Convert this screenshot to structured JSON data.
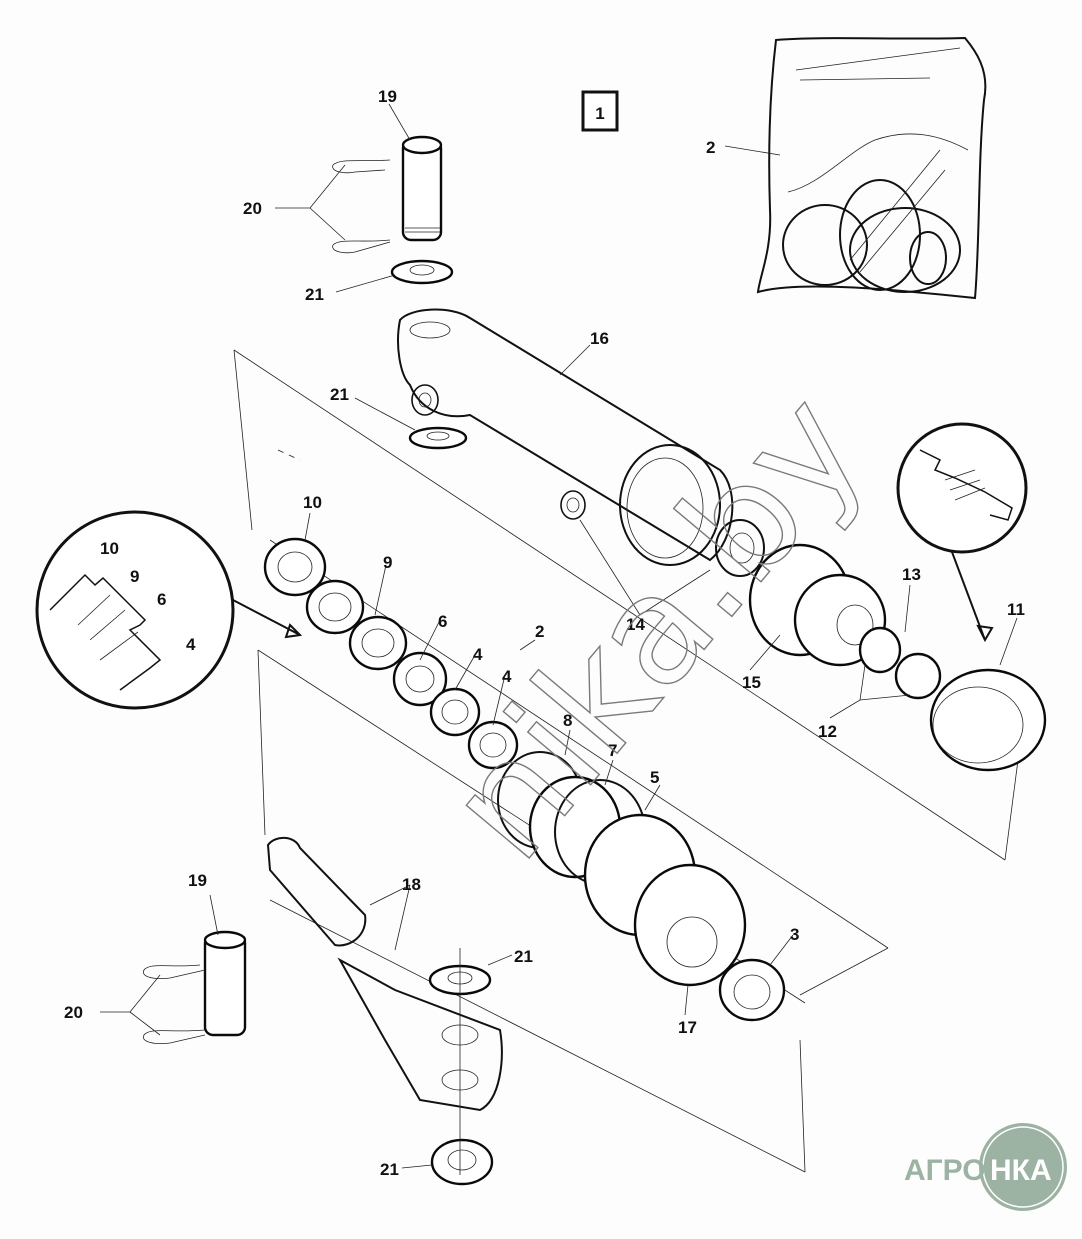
{
  "diagram": {
    "title_box": "1",
    "subject": "hydraulic cylinder exploded view",
    "callouts": [
      {
        "id": "lbl-19-top",
        "text": "19",
        "part": "pin"
      },
      {
        "id": "lbl-20-top",
        "text": "20",
        "part": "hair-pin clips"
      },
      {
        "id": "lbl-21-top",
        "text": "21",
        "part": "washer"
      },
      {
        "id": "lbl-21-mid",
        "text": "21",
        "part": "washer"
      },
      {
        "id": "lbl-16",
        "text": "16",
        "part": "cylinder barrel"
      },
      {
        "id": "lbl-2-bag",
        "text": "2",
        "part": "seal kit bag"
      },
      {
        "id": "lbl-10",
        "text": "10",
        "part": "wiper ring"
      },
      {
        "id": "lbl-9",
        "text": "9",
        "part": "seal"
      },
      {
        "id": "lbl-6",
        "text": "6",
        "part": "ring"
      },
      {
        "id": "lbl-4a",
        "text": "4",
        "part": "ring"
      },
      {
        "id": "lbl-4b",
        "text": "4",
        "part": "ring"
      },
      {
        "id": "lbl-2-mid",
        "text": "2",
        "part": "seal kit reference"
      },
      {
        "id": "lbl-14",
        "text": "14",
        "part": "ports"
      },
      {
        "id": "lbl-15",
        "text": "15",
        "part": "gland"
      },
      {
        "id": "lbl-13",
        "text": "13",
        "part": "o-ring"
      },
      {
        "id": "lbl-12",
        "text": "12",
        "part": "back-up rings"
      },
      {
        "id": "lbl-11",
        "text": "11",
        "part": "piston seal"
      },
      {
        "id": "lbl-8",
        "text": "8",
        "part": "wear ring"
      },
      {
        "id": "lbl-7",
        "text": "7",
        "part": "seal ring"
      },
      {
        "id": "lbl-5",
        "text": "5",
        "part": "o-ring"
      },
      {
        "id": "lbl-3",
        "text": "3",
        "part": "nut"
      },
      {
        "id": "lbl-17",
        "text": "17",
        "part": "piston"
      },
      {
        "id": "lbl-18",
        "text": "18",
        "part": "piston rod"
      },
      {
        "id": "lbl-19-bot",
        "text": "19",
        "part": "pin"
      },
      {
        "id": "lbl-20-bot",
        "text": "20",
        "part": "hair-pin clips"
      },
      {
        "id": "lbl-21-bot1",
        "text": "21",
        "part": "washer"
      },
      {
        "id": "lbl-21-bot2",
        "text": "21",
        "part": "washer"
      }
    ],
    "detail_left": {
      "labels": [
        "10",
        "9",
        "6",
        "4"
      ]
    },
    "watermark": "nika.by",
    "logo": {
      "text_left": "АГРО",
      "text_right": "НКА",
      "color": "#9cb3a4"
    }
  }
}
